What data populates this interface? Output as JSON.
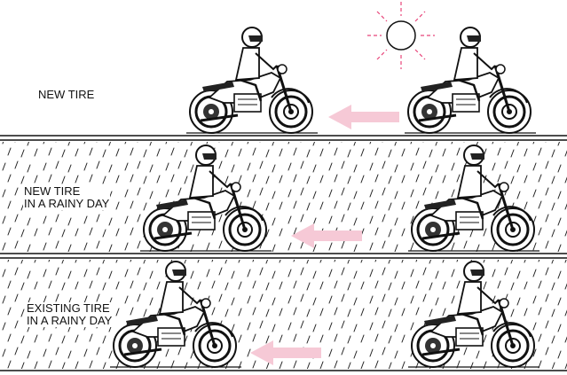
{
  "panels": [
    {
      "lines": [
        "NEW  TIRE"
      ],
      "rain": false
    },
    {
      "lines": [
        "NEW  TIRE",
        "IN A RAINY DAY"
      ],
      "rain": true
    },
    {
      "lines": [
        "EXISTING TIRE",
        "IN A RAINY DAY"
      ],
      "rain": true
    }
  ],
  "colors": {
    "ink": "#111111",
    "arrow": "#f6c9d6",
    "sun_rays": "#e8457a",
    "background": "#ffffff"
  },
  "icons": [
    "sun-icon",
    "rain-icon",
    "motorcycle-icon",
    "arrow-left-icon"
  ]
}
